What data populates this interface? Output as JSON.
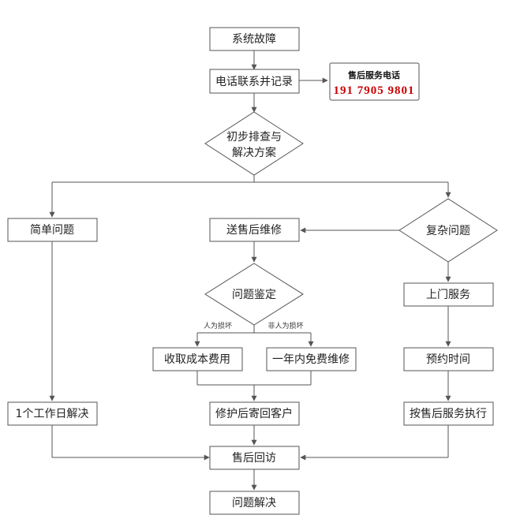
{
  "nodes": {
    "fault": "系统故障",
    "contact": "电话联系并记录",
    "initial_1": "初步排查与",
    "initial_2": "解决方案",
    "simple": "简单问题",
    "send_repair": "送售后维修",
    "complex": "复杂问题",
    "identify": "问题鉴定",
    "charge": "收取成本费用",
    "free_repair": "一年内免费维修",
    "onsite": "上门服务",
    "appointment": "预约时间",
    "one_day": "1个工作日解决",
    "return_customer": "修护后寄回客户",
    "execute": "按售后服务执行",
    "followup": "售后回访",
    "resolved": "问题解决"
  },
  "branch_labels": {
    "human": "人为损坏",
    "non_human": "非人为损坏"
  },
  "hotline": {
    "title": "售后服务电话",
    "number": "191 7905 9801"
  },
  "colors": {
    "line": "#555555",
    "hotline_number": "#cc0000"
  }
}
